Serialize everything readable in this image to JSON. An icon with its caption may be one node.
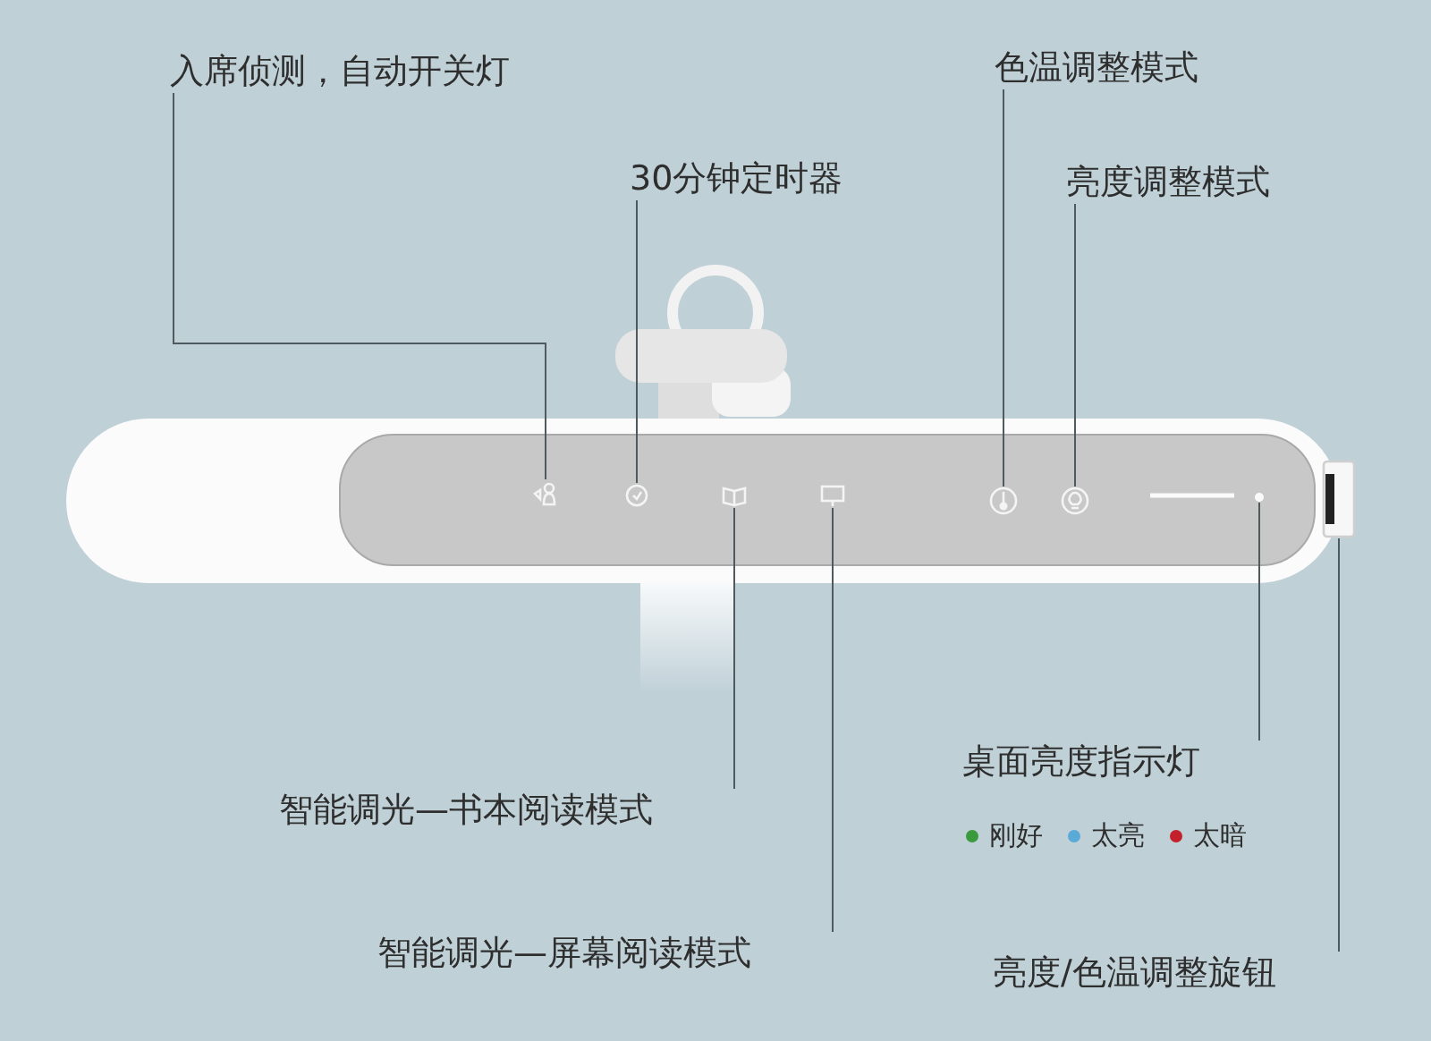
{
  "diagram": {
    "nodes": [
      {
        "text": [
          "入席侦测，自动开关灯"
        ]
      },
      {
        "text": [
          "30分钟定时器"
        ]
      },
      {
        "text": [
          "色温调整模式"
        ]
      },
      {
        "text": [
          "亮度调整模式"
        ]
      },
      {
        "text": [
          "智能调光—书本阅读模式"
        ]
      },
      {
        "text": [
          "智能调光—屏幕阅读模式"
        ]
      },
      {
        "text": [
          "桌面亮度指示灯"
        ]
      },
      {
        "text": [
          "亮度/色温调整旋钮"
        ]
      },
      {
        "text": [],
        "shape": "picture"
      },
      {
        "text": [],
        "shape": "picture"
      },
      {
        "text": [],
        "shape": "picture"
      },
      {
        "text": [],
        "shape": "picture"
      },
      {
        "text": [],
        "shape": "picture"
      },
      {
        "text": [],
        "shape": "picture"
      },
      {
        "text": [],
        "shape": "circle"
      },
      {
        "text": [],
        "shape": "bar"
      }
    ],
    "edges": [
      {
        "from": 0,
        "to": 8,
        "arrow": "none"
      },
      {
        "from": 1,
        "to": 9,
        "arrow": "none"
      },
      {
        "from": 2,
        "to": 12,
        "arrow": "none"
      },
      {
        "from": 3,
        "to": 13,
        "arrow": "none"
      },
      {
        "from": 4,
        "to": 10,
        "arrow": "none"
      },
      {
        "from": 5,
        "to": 11,
        "arrow": "none"
      },
      {
        "from": 6,
        "to": 14,
        "arrow": "none"
      },
      {
        "from": 7,
        "to": 15,
        "arrow": "none"
      }
    ],
    "legend": [
      {
        "text": "刚好",
        "color": "#3c9a3e"
      },
      {
        "text": "太亮",
        "color": "#5aaad8"
      },
      {
        "text": "太暗",
        "color": "#c4202c"
      }
    ]
  }
}
